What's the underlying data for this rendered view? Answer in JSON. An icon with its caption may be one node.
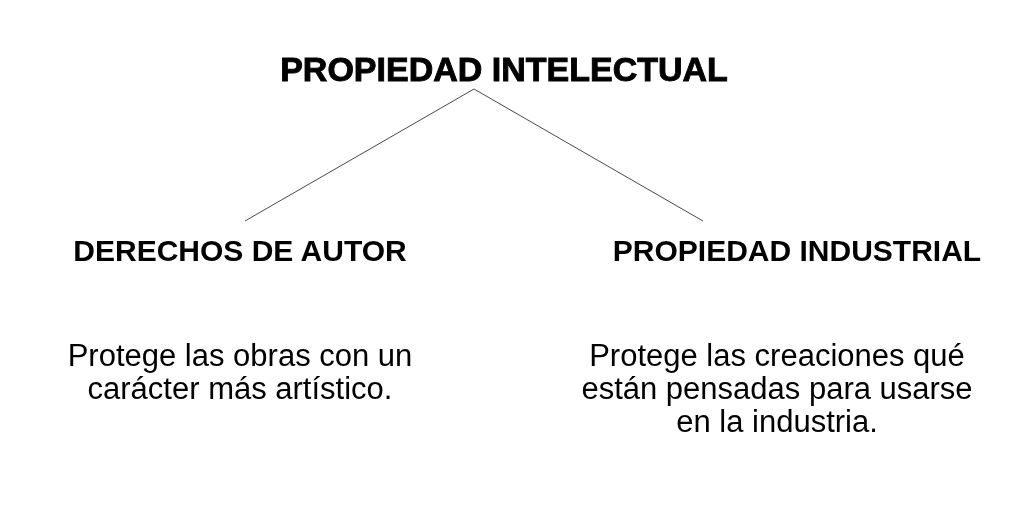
{
  "diagram": {
    "nodes": [
      {
        "text": [
          "PROPIEDAD INTELECTUAL"
        ]
      },
      {
        "text": [
          "DERECHOS DE AUTOR",
          "Protege las obras con un carácter más artístico."
        ]
      },
      {
        "text": [
          "PROPIEDAD INDUSTRIAL",
          "Protege las creaciones qué están pensadas para usarse en la industria."
        ]
      }
    ],
    "edges": [
      {
        "from": 0,
        "to": 1,
        "arrow": "none"
      },
      {
        "from": 0,
        "to": 2,
        "arrow": "none"
      }
    ]
  }
}
